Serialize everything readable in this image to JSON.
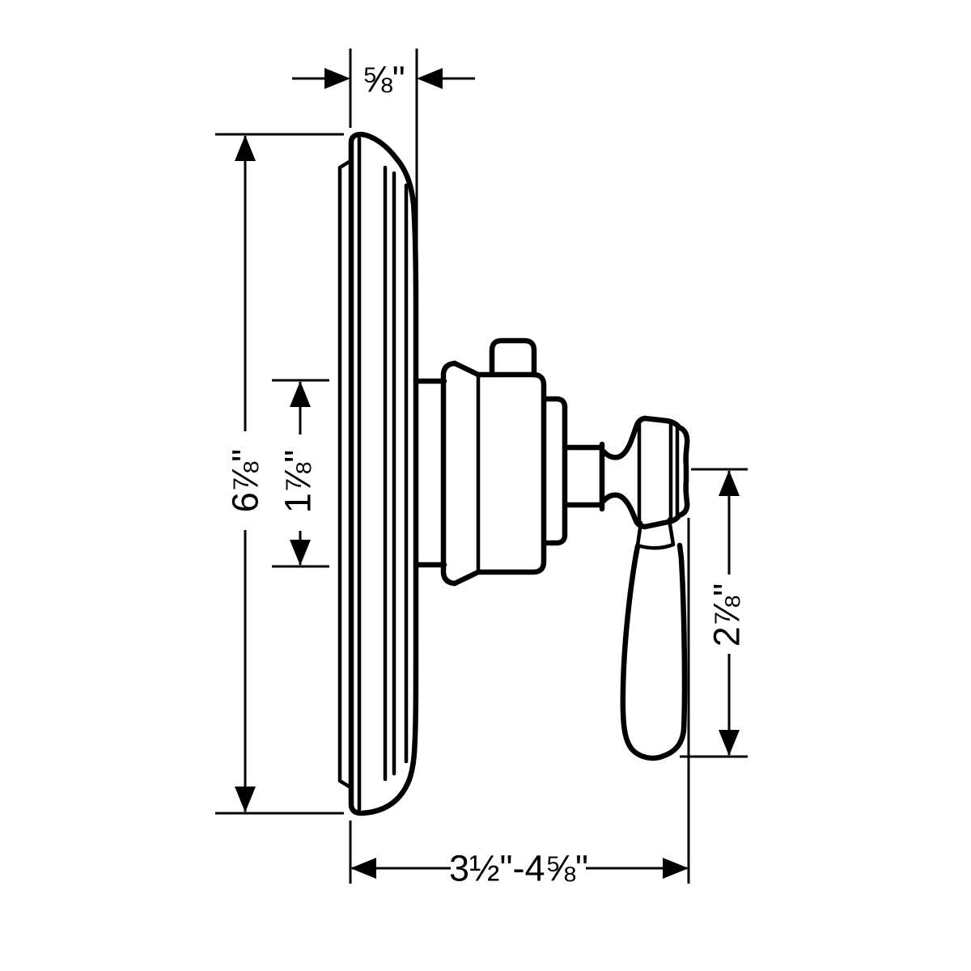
{
  "figure": {
    "type": "technical-dimension-drawing",
    "background_color": "#ffffff",
    "line_color": "#000000"
  },
  "dimensions": {
    "top_plate_depth": {
      "label": "⅝\""
    },
    "left_plate_height": {
      "label": "6⅞\""
    },
    "inner_hub_diameter": {
      "label": "1⅞\""
    },
    "right_handle_drop": {
      "label": "2⅞\""
    },
    "bottom_install_depth": {
      "label": "3½\"-4⅝\""
    }
  }
}
